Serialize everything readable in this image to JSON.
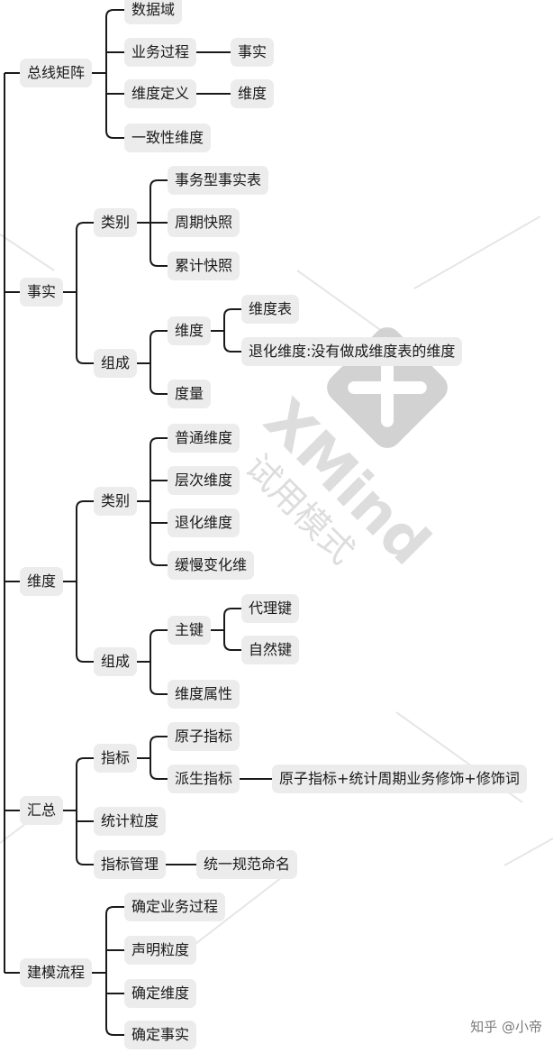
{
  "watermark": {
    "brand": "XMind",
    "mode": "试用模式"
  },
  "credit": "知乎 @小帝",
  "colors": {
    "line": "#1a1a1a",
    "node_bg": "#ececec",
    "watermark": "#d9d9d9"
  },
  "nodes": [
    {
      "id": "n1",
      "label": "总线矩阵"
    },
    {
      "id": "n1a",
      "label": "数据域"
    },
    {
      "id": "n1b",
      "label": "业务过程"
    },
    {
      "id": "n1b1",
      "label": "事实"
    },
    {
      "id": "n1c",
      "label": "维度定义"
    },
    {
      "id": "n1c1",
      "label": "维度"
    },
    {
      "id": "n1d",
      "label": "一致性维度"
    },
    {
      "id": "n2",
      "label": "事实"
    },
    {
      "id": "n2a",
      "label": "类别"
    },
    {
      "id": "n2a1",
      "label": "事务型事实表"
    },
    {
      "id": "n2a2",
      "label": "周期快照"
    },
    {
      "id": "n2a3",
      "label": "累计快照"
    },
    {
      "id": "n2b",
      "label": "组成"
    },
    {
      "id": "n2b1",
      "label": "维度"
    },
    {
      "id": "n2b1a",
      "label": "维度表"
    },
    {
      "id": "n2b1b",
      "label": "退化维度:没有做成维度表的维度"
    },
    {
      "id": "n2b2",
      "label": "度量"
    },
    {
      "id": "n3",
      "label": "维度"
    },
    {
      "id": "n3a",
      "label": "类别"
    },
    {
      "id": "n3a1",
      "label": "普通维度"
    },
    {
      "id": "n3a2",
      "label": "层次维度"
    },
    {
      "id": "n3a3",
      "label": "退化维度"
    },
    {
      "id": "n3a4",
      "label": "缓慢变化维"
    },
    {
      "id": "n3b",
      "label": "组成"
    },
    {
      "id": "n3b1",
      "label": "主键"
    },
    {
      "id": "n3b1a",
      "label": "代理键"
    },
    {
      "id": "n3b1b",
      "label": "自然键"
    },
    {
      "id": "n3b2",
      "label": "维度属性"
    },
    {
      "id": "n4",
      "label": "汇总"
    },
    {
      "id": "n4a",
      "label": "指标"
    },
    {
      "id": "n4a1",
      "label": "原子指标"
    },
    {
      "id": "n4a2",
      "label": "派生指标"
    },
    {
      "id": "n4a2a",
      "label": "原子指标+统计周期业务修饰+修饰词"
    },
    {
      "id": "n4b",
      "label": "统计粒度"
    },
    {
      "id": "n4c",
      "label": "指标管理"
    },
    {
      "id": "n4c1",
      "label": "统一规范命名"
    },
    {
      "id": "n5",
      "label": "建模流程"
    },
    {
      "id": "n5a",
      "label": "确定业务过程"
    },
    {
      "id": "n5b",
      "label": "声明粒度"
    },
    {
      "id": "n5c",
      "label": "确定维度"
    },
    {
      "id": "n5d",
      "label": "确定事实"
    }
  ]
}
